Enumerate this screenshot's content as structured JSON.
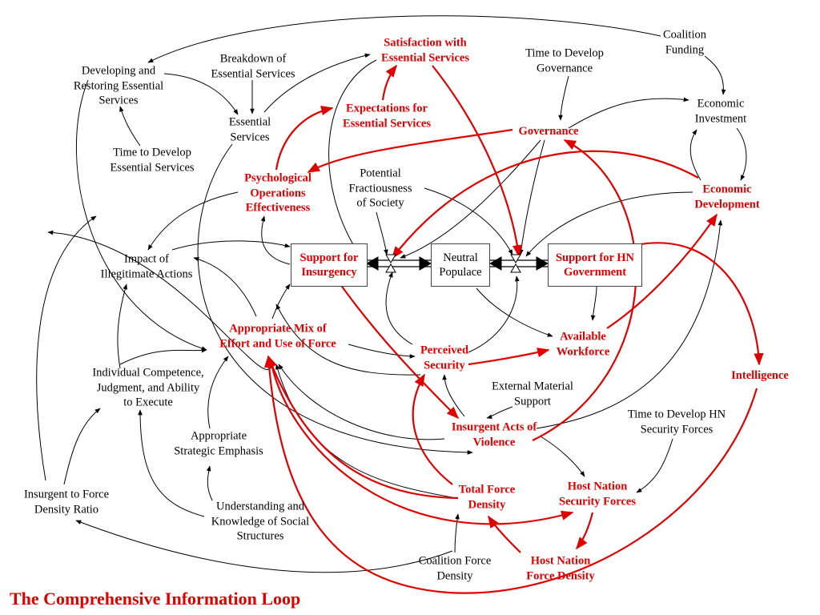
{
  "title": "The Comprehensive Information Loop",
  "colors": {
    "reinforcing_loop": "#e00000",
    "link": "#000000"
  },
  "nodes": {
    "coalition_funding": "Coalition\nFunding",
    "developing_restoring": "Developing and\nRestoring Essential\nServices",
    "breakdown": "Breakdown of\nEssential Services",
    "satisfaction": "Satisfaction with\nEssential Services",
    "time_gov": "Time to Develop\nGovernance",
    "economic_investment": "Economic\nInvestment",
    "essential_services": "Essential\nServices",
    "expectations": "Expectations for\nEssential Services",
    "governance": "Governance",
    "time_essential": "Time to Develop\nEssential Services",
    "psyops": "Psychological\nOperations\nEffectiveness",
    "fractiousness": "Potential\nFractiousness\nof Society",
    "economic_development": "Economic\nDevelopment",
    "support_insurgency": "Support for\nInsurgency",
    "neutral": "Neutral\nPopulace",
    "support_hn": "Support for HN\nGovernment",
    "impact_illegitimate": "Impact of\nIllegitimate Actions",
    "appropriate_mix": "Appropriate Mix of\nEffort and Use of Force",
    "available_workforce": "Available\nWorkforce",
    "perceived_security": "Perceived\nSecurity",
    "intelligence": "Intelligence",
    "individual_competence": "Individual Competence,\nJudgment, and Ability\nto Execute",
    "external_material": "External Material\nSupport",
    "time_hn_security": "Time to Develop HN\nSecurity Forces",
    "insurgent_acts": "Insurgent Acts of\nViolence",
    "appropriate_strategic": "Appropriate\nStrategic Emphasis",
    "insurgent_force_ratio": "Insurgent to Force\nDensity Ratio",
    "total_force_density": "Total Force\nDensity",
    "hn_security_forces": "Host Nation\nSecurity Forces",
    "understanding_social": "Understanding and\nKnowledge of Social\nStructures",
    "coalition_force_density": "Coalition Force\nDensity",
    "hn_force_density": "Host Nation\nForce Density"
  }
}
